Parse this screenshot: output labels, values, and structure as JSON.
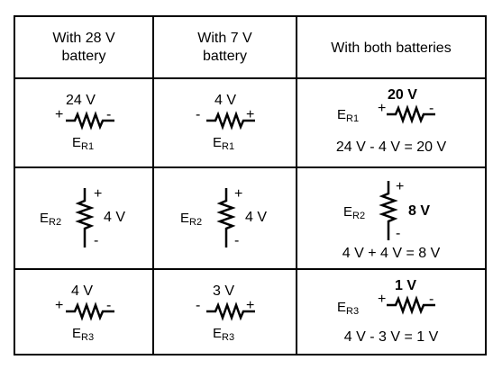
{
  "headers": {
    "col1_line1": "With 28 V",
    "col1_line2": "battery",
    "col2_line1": "With 7 V",
    "col2_line2": "battery",
    "col3": "With both batteries"
  },
  "rows": [
    {
      "c1": {
        "voltage": "24 V",
        "label": "E",
        "sub": "R1",
        "left_sign": "+",
        "right_sign": "-"
      },
      "c2": {
        "voltage": "4 V",
        "label": "E",
        "sub": "R1",
        "left_sign": "-",
        "right_sign": "+"
      },
      "c3": {
        "voltage": "20 V",
        "label": "E",
        "sub": "R1",
        "left_sign": "+",
        "right_sign": "-",
        "equation": "24 V - 4 V = 20 V"
      }
    },
    {
      "c1": {
        "voltage": "4 V",
        "label": "E",
        "sub": "R2",
        "top_sign": "+",
        "bottom_sign": "-"
      },
      "c2": {
        "voltage": "4 V",
        "label": "E",
        "sub": "R2",
        "top_sign": "+",
        "bottom_sign": "-"
      },
      "c3": {
        "voltage": "8 V",
        "label": "E",
        "sub": "R2",
        "top_sign": "+",
        "bottom_sign": "-",
        "equation": "4 V + 4 V = 8 V"
      }
    },
    {
      "c1": {
        "voltage": "4 V",
        "label": "E",
        "sub": "R3",
        "left_sign": "+",
        "right_sign": "-"
      },
      "c2": {
        "voltage": "3 V",
        "label": "E",
        "sub": "R3",
        "left_sign": "-",
        "right_sign": "+"
      },
      "c3": {
        "voltage": "1 V",
        "label": "E",
        "sub": "R3",
        "left_sign": "+",
        "right_sign": "-",
        "equation": "4 V - 3 V = 1 V"
      }
    }
  ]
}
